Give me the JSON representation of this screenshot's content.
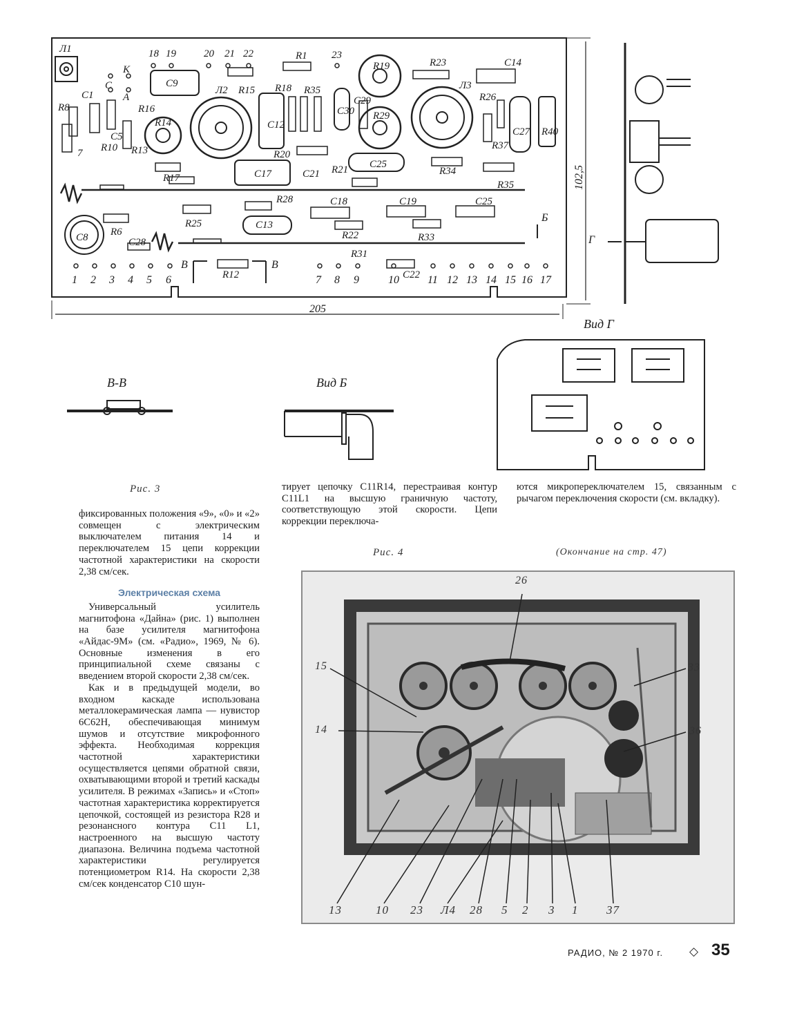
{
  "figure3": {
    "caption": "Рис. 3",
    "dim_width": "205",
    "dim_height": "102,5",
    "view_G": "Вид Г",
    "view_B": "Вид Б",
    "section_VV": "В-В",
    "arrow_B": "Б",
    "arrow_G": "Г",
    "arrow_V": "В",
    "pins_left": [
      "1",
      "2",
      "3",
      "4",
      "5",
      "6"
    ],
    "pins_mid": [
      "7",
      "8",
      "9"
    ],
    "pins_right": [
      "10",
      "11",
      "12",
      "13",
      "14",
      "15",
      "16",
      "17"
    ],
    "top_pins_a": [
      "18",
      "19"
    ],
    "top_pins_b": [
      "20",
      "21",
      "22"
    ],
    "top_pin_c": "23",
    "labels": {
      "L1": "Л1",
      "L2": "Л2",
      "L3": "Л3",
      "K": "К",
      "C": "С",
      "A": "А",
      "C1": "C1",
      "R8": "R8",
      "R7": "7",
      "R10": "R10",
      "C5": "C5",
      "R13": "R13",
      "C8": "C8",
      "R6": "R6",
      "C28": "C28",
      "R16": "R16",
      "R14": "R14",
      "C9": "C9",
      "R17": "R17",
      "R25": "R25",
      "R15": "R15",
      "R1": "R1",
      "C12": "C12",
      "R18": "R18",
      "R35": "R35",
      "C17": "C17",
      "R20": "R20",
      "C21": "C21",
      "C30": "C30",
      "C29": "C29",
      "R19": "R19",
      "R29": "R29",
      "R21": "R21",
      "C25": "C25",
      "C13": "C13",
      "R28": "R28",
      "C18": "C18",
      "C19": "C19",
      "R22": "R22",
      "R31": "R31",
      "R12": "R12",
      "C22": "C22",
      "R23": "R23",
      "C14": "C14",
      "R26": "R26",
      "C27": "C27",
      "R40": "R40",
      "R37": "R37",
      "R34": "R34",
      "R33": "R33",
      "C25b": "C25"
    }
  },
  "caption_fig4": "Рис. 4",
  "continuation": "(Окончание на стр. 47)",
  "col1": {
    "p1": "фиксированных положения «9», «0» и «2» совмещен с электрическим выключателем питания 14 и переключателем 15 цепи коррекции частотной характеристики на скорости 2,38 см/сек.",
    "heading": "Электрическая схема",
    "p2": "Универсальный усилитель магнитофона «Дайна» (рис. 1) выполнен на базе усилителя магнитофона «Айдас-9М» (см. «Радио», 1969, № 6). Основные изменения в его принципиальной схеме связаны с введением второй скорости 2,38 см/сек.",
    "p3": "Как и в предыдущей модели, во входном каскаде использована металлокерамическая лампа — нувистор 6С62Н, обеспечивающая минимум шумов и отсутствие микрофонного эффекта. Необходимая коррекция частотной характеристики осуществляется цепями обратной связи, охватывающими второй и третий каскады усилителя. В режимах «Запись» и «Стоп» частотная характеристика корректируется цепочкой, состоящей из резистора R28 и резонансного контура C11 L1, настроенного на высшую частоту диапазона. Величина подъема частотной характеристики регулируется потенциометром R14. На скорости 2,38 см/сек конденсатор C10 шун-"
  },
  "col2": {
    "p1": "тирует цепочку C11R14, перестраивая контур C11L1 на высшую граничную частоту, соответствующую этой скорости. Цепи коррекции переключа-"
  },
  "col3": {
    "p1": "ются микропереключателем 15, связанным с рычагом переключения скорости (см. вкладку)."
  },
  "photo_labels": {
    "top": "26",
    "left": [
      "15",
      "14"
    ],
    "right": [
      "33",
      "36"
    ],
    "bottom": [
      "13",
      "10",
      "23",
      "Л4",
      "28",
      "5",
      "2",
      "3",
      "1",
      "37"
    ]
  },
  "footer": {
    "magazine": "РАДИО, № 2 1970 г.",
    "page": "35"
  }
}
